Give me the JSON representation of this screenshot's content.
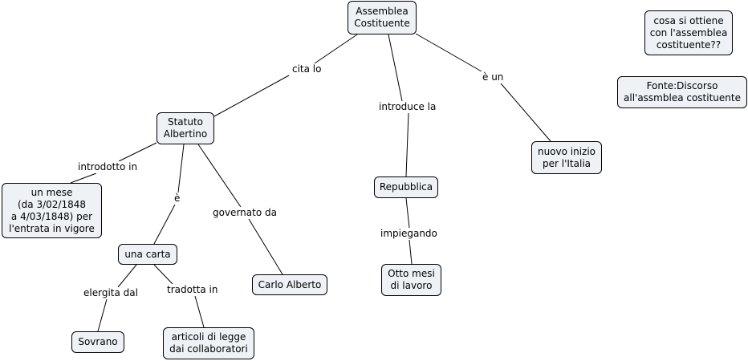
{
  "concept_map": {
    "nodes": {
      "assemblea": "Assemblea\nCostituente",
      "statuto": "Statuto\nAlbertino",
      "un_mese": "un mese\n(da 3/02/1848\na 4/03/1848) per\nl'entrata in vigore",
      "una_carta": "una carta",
      "sovrano": "Sovrano",
      "articoli": "articoli di legge\ndai collaboratori",
      "carlo_alberto": "Carlo Alberto",
      "repubblica": "Repubblica",
      "otto_mesi": "Otto mesi\ndi lavoro",
      "nuovo_inizio": "nuovo inizio\nper l'Italia",
      "domanda": "cosa si ottiene\ncon l'assemblea\ncostituente??",
      "fonte": "Fonte:Discorso\nall'assmblea costituente"
    },
    "links": {
      "cita_lo": "cita lo",
      "introduce_la": "introduce la",
      "e_un": "è un",
      "introdotto_in": "introdotto in",
      "e": "è",
      "governato_da": "governato da",
      "elergita_dal": "elergita dal",
      "tradotta_in": "tradotta in",
      "impiegando": "impiegando"
    }
  }
}
